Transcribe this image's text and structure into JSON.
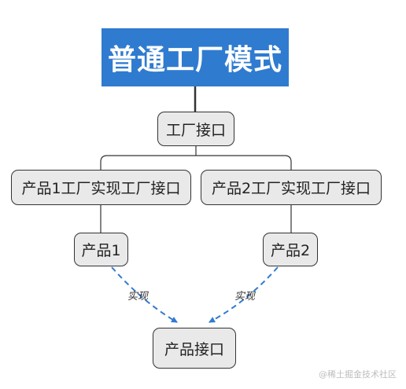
{
  "title": "普通工厂模式",
  "nodes": {
    "factory_interface": "工厂接口",
    "factory1": "产品1工厂实现工厂接口",
    "factory2": "产品2工厂实现工厂接口",
    "product1": "产品1",
    "product2": "产品2",
    "product_interface": "产品接口"
  },
  "edge_labels": {
    "left": "实现",
    "right": "实现"
  },
  "watermark": "@稀土掘金技术社区",
  "colors": {
    "title_bg": "#2f7bd0",
    "node_bg": "#e9e9e9",
    "node_border": "#333333",
    "dashed_arrow": "#2f7bd0",
    "connector": "#333333"
  }
}
